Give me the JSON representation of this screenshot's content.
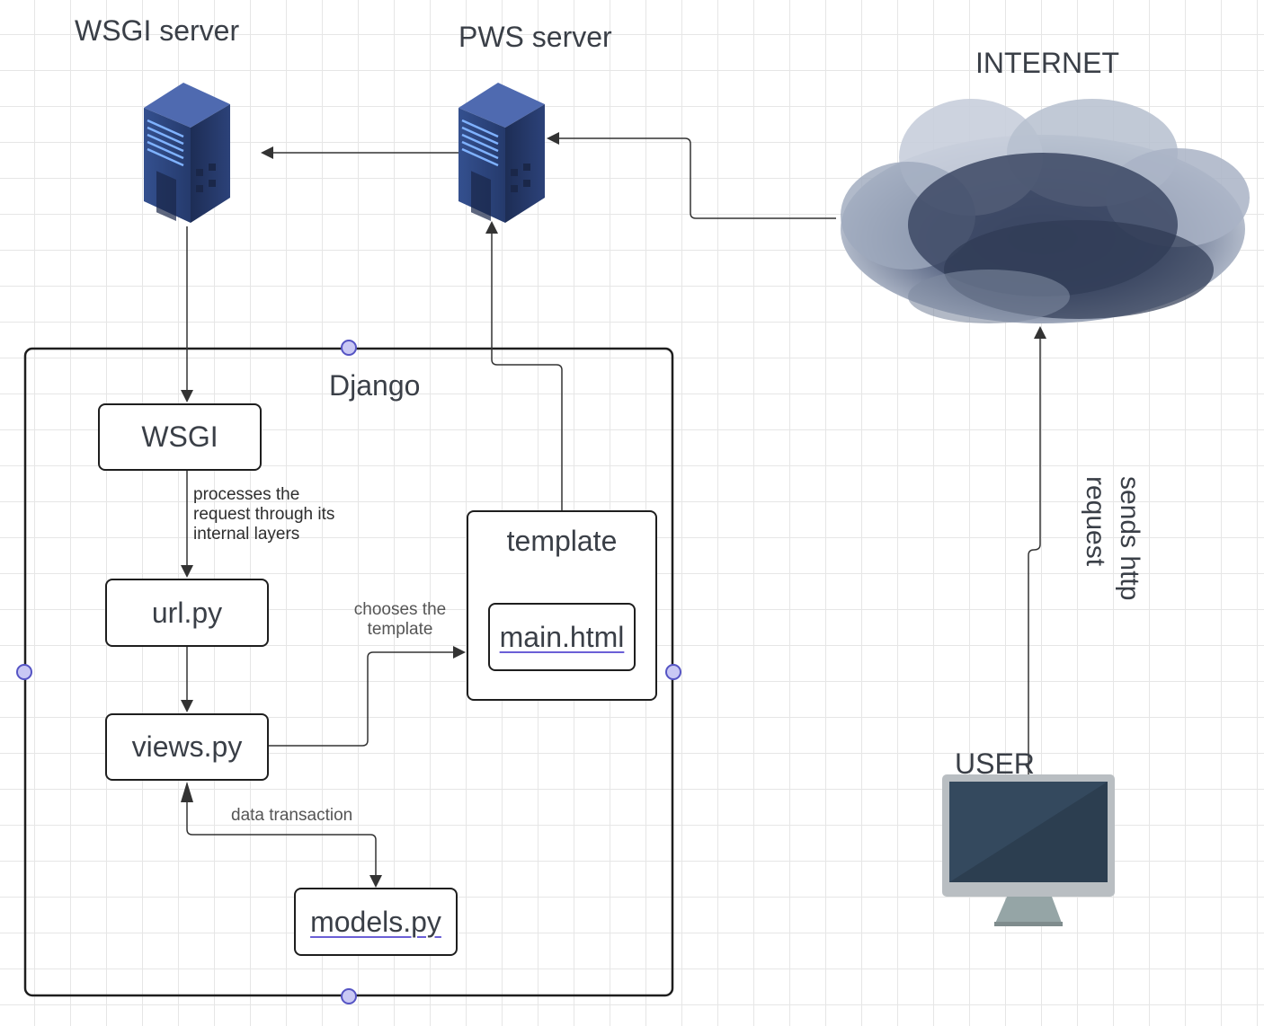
{
  "labels": {
    "wsgi_server": "WSGI server",
    "pws_server": "PWS server",
    "internet": "INTERNET",
    "django": "Django",
    "user": "USER"
  },
  "boxes": {
    "wsgi": "WSGI",
    "url": "url.py",
    "views": "views.py",
    "models": "models.py",
    "template": "template",
    "main_html": "main.html"
  },
  "annotations": {
    "processes": "processes the request through its internal layers",
    "chooses": "chooses the template",
    "data_transaction": "data transaction",
    "sends_http": "sends http request"
  },
  "colors": {
    "server": "#2c3f6e",
    "server_light": "#5a8fe0",
    "cloud": "#4a5670",
    "monitor_frame": "#b9bec2",
    "monitor_screen": "#34495e",
    "handle_fill": "#c9c8f4",
    "handle_stroke": "#5554c4",
    "link_underline": "#6b5fd6"
  },
  "icons": [
    "server-icon",
    "cloud-icon",
    "monitor-icon"
  ]
}
